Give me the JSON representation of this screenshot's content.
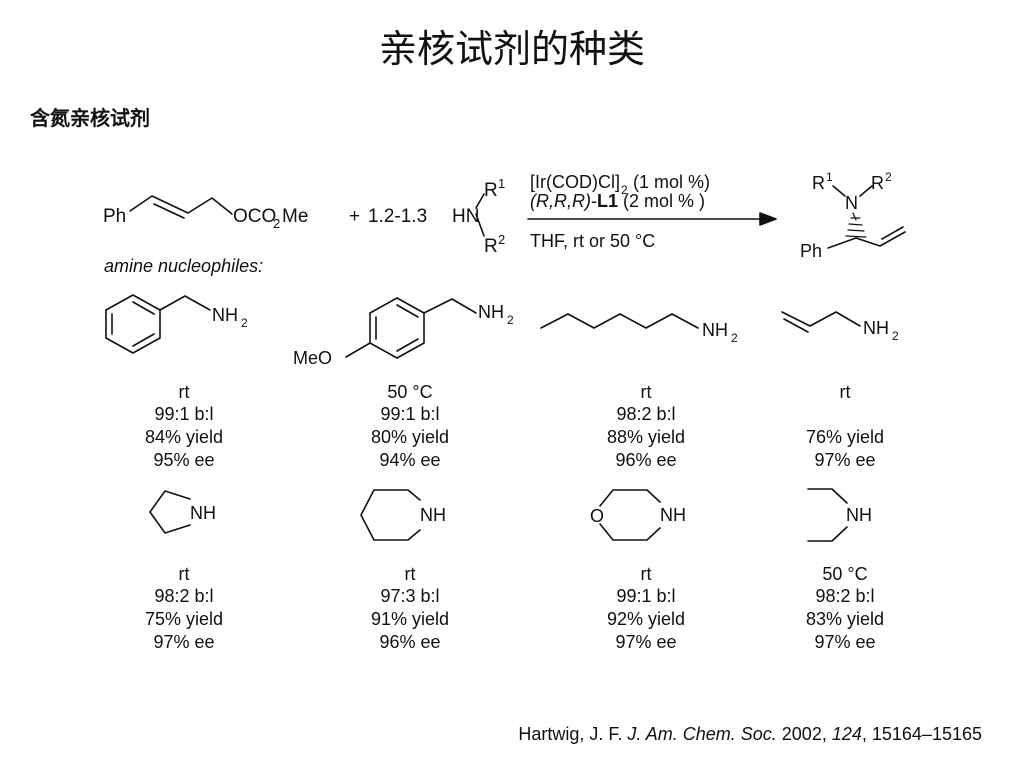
{
  "title": "亲核试剂的种类",
  "subtitle": "含氮亲核试剂",
  "reaction": {
    "reactant": "Ph/=\\/OCO2Me",
    "equiv": "+ 1.2-1.3",
    "catalyst": "[Ir(COD)Cl]2 (1 mol %)",
    "ligand": "(R,R,R)-L1 (2 mol %)",
    "conditions": "THF, rt or 50 °C",
    "product": "branched allylic amine"
  },
  "amine_label": "amine nucleophiles:",
  "nucleophiles": [
    {
      "structure": "benzylamine",
      "results": [
        "rt",
        "99:1 b:l",
        "84% yield",
        "95% ee"
      ]
    },
    {
      "structure": "4-methoxybenzylamine",
      "results": [
        "50 °C",
        "99:1 b:l",
        "80% yield",
        "94% ee"
      ]
    },
    {
      "structure": "hexylamine",
      "results": [
        "rt",
        "98:2 b:l",
        "88% yield",
        "96% ee"
      ]
    },
    {
      "structure": "allylamine",
      "results": [
        "rt",
        "76% yield",
        "97% ee"
      ]
    },
    {
      "structure": "pyrrolidine",
      "results": [
        "rt",
        "98:2 b:l",
        "75% yield",
        "97% ee"
      ]
    },
    {
      "structure": "piperidine",
      "results": [
        "rt",
        "97:3 b:l",
        "91% yield",
        "96% ee"
      ]
    },
    {
      "structure": "morpholine",
      "results": [
        "rt",
        "99:1 b:l",
        "92% yield",
        "97% ee"
      ]
    },
    {
      "structure": "diethylamine",
      "results": [
        "50 °C",
        "98:2 b:l",
        "83% yield",
        "97% ee"
      ]
    }
  ],
  "citation": {
    "authors": "Hartwig, J. F. ",
    "journal": "J. Am. Chem. Soc.",
    "year": " 2002, ",
    "volume": "124",
    "pages": ", 15164–15165"
  }
}
